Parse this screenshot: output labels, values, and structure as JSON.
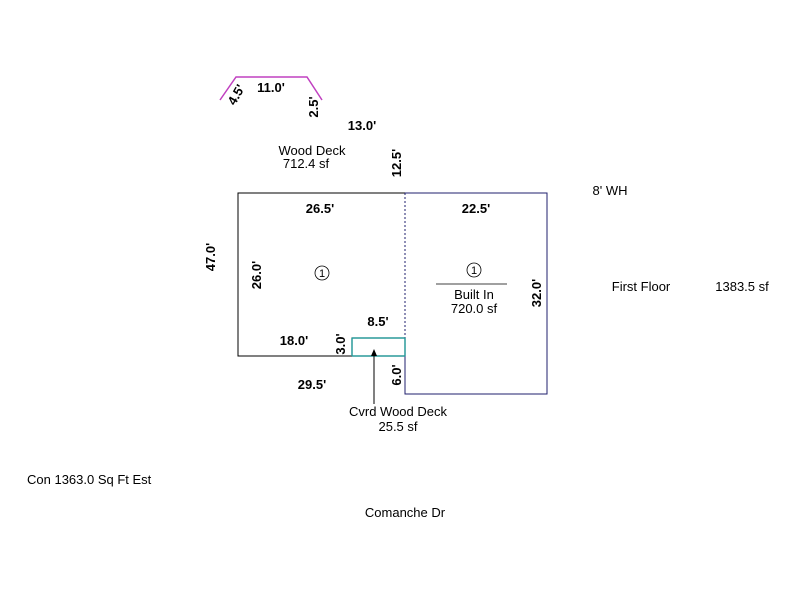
{
  "colors": {
    "outline": "#000000",
    "built_in": "#1f1f6e",
    "deck_pink": "#c040c0",
    "covered_deck": "#2a9a9a"
  },
  "deck_top": {
    "dim_left": "4.5'",
    "dim_top": "11.0'",
    "dim_right": "2.5'"
  },
  "wood_deck": {
    "dim_width": "13.0'",
    "dim_height": "12.5'",
    "label": "Wood Deck",
    "area": "712.4 sf"
  },
  "wh_label": "8' WH",
  "main_room": {
    "dim_top": "26.5'",
    "dim_left": "47.0'",
    "dim_inner": "26.0'",
    "dim_bottom_segment": "18.0'",
    "dim_step": "3.0'",
    "dim_bottom": "29.5'",
    "marker": "1"
  },
  "built_in": {
    "dim_top": "22.5'",
    "dim_right": "32.0'",
    "dim_left": "6.0'",
    "label": "Built In",
    "area": "720.0 sf",
    "marker": "1"
  },
  "covered_deck": {
    "dim_width": "8.5'",
    "label": "Cvrd Wood Deck",
    "area": "25.5 sf"
  },
  "first_floor": {
    "label": "First Floor",
    "area": "1383.5 sf"
  },
  "conc_estimate": "Con 1363.0 Sq Ft Est",
  "street": "Comanche Dr"
}
